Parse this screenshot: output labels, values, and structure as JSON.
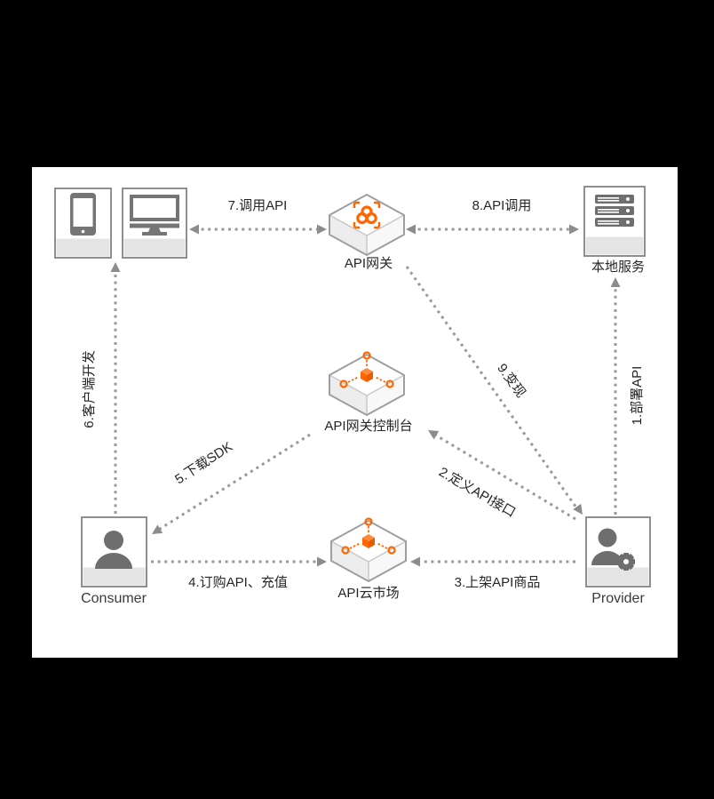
{
  "diagram_title": "API Gateway architecture flow",
  "colors": {
    "background": "#000000",
    "surface": "#ffffff",
    "accent_orange": "#ff6600",
    "line_gray": "#9a9a9a",
    "icon_gray": "#757575",
    "border_gray": "#8f8f8f",
    "text_dark": "#262626"
  },
  "nodes": {
    "devices": {
      "phone_icon": "smartphone-icon",
      "monitor_icon": "desktop-monitor-icon"
    },
    "api_gateway": {
      "label": "API网关",
      "icon": "gateway-cube-icon"
    },
    "local_service": {
      "label": "本地服务",
      "icon": "server-stack-icon"
    },
    "console": {
      "label": "API网关控制台",
      "icon": "node-distribution-cube-icon"
    },
    "market": {
      "label": "API云市场",
      "icon": "node-distribution-cube-icon"
    },
    "consumer": {
      "label": "Consumer",
      "icon": "person-icon"
    },
    "provider": {
      "label": "Provider",
      "icon": "person-gear-icon"
    }
  },
  "edges": {
    "deploy_api": {
      "label": "1.部署API"
    },
    "define_api": {
      "label": "2.定义API接口"
    },
    "publish_api": {
      "label": "3.上架API商品"
    },
    "order_api": {
      "label": "4.订购API、充值"
    },
    "download_sdk": {
      "label": "5.下载SDK"
    },
    "client_dev": {
      "label": "6.客户端开发"
    },
    "call_api": {
      "label": "7.调用API"
    },
    "api_call": {
      "label": "8.API调用"
    },
    "monetize": {
      "label": "9.变现"
    }
  }
}
